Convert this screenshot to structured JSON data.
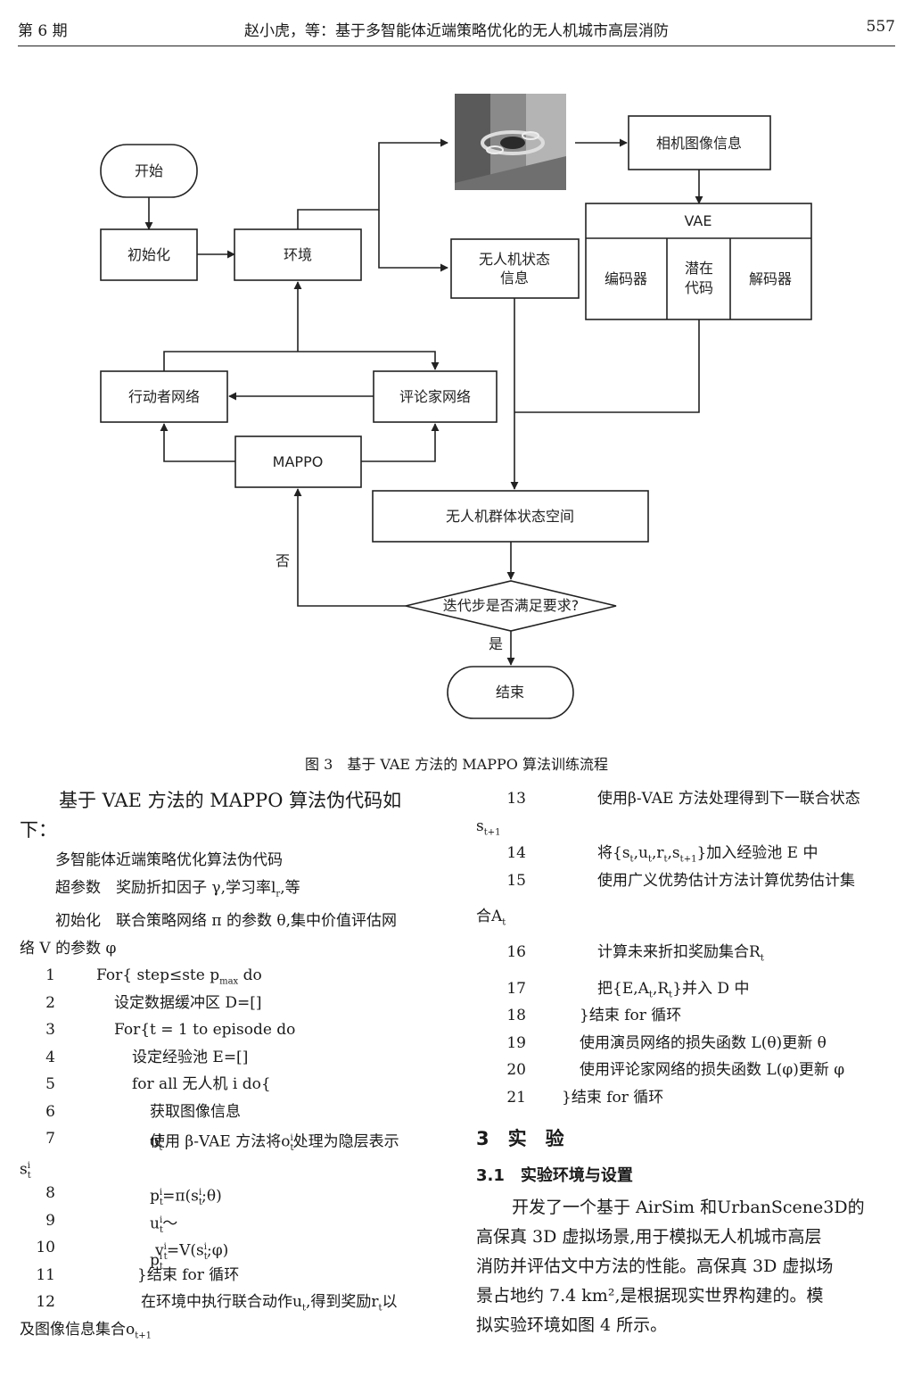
{
  "header": {
    "issue": "第 6 期",
    "title": "赵小虎，等：基于多智能体近端策略优化的无人机城市高层消防",
    "page": "557"
  },
  "figure": {
    "nodes": {
      "start": "开始",
      "init": "初始化",
      "env": "环境",
      "camera_info": "相机图像信息",
      "vae": "VAE",
      "encoder": "编码器",
      "latent_1": "潜在",
      "latent_2": "代码",
      "decoder": "解码器",
      "uav_state_1": "无人机状态",
      "uav_state_2": "信息",
      "actor": "行动者网络",
      "critic": "评论家网络",
      "mappo": "MAPPO",
      "swarm_state": "无人机群体状态空间",
      "condition": "迭代步是否满足要求?",
      "end": "结束",
      "no": "否",
      "yes": "是"
    },
    "caption": "图 3　基于 VAE 方法的 MAPPO 算法训练流程"
  },
  "left": {
    "intro_1": "基于 VAE 方法的 MAPPO 算法伪代码如",
    "intro_2": "下：",
    "algo_title": "多智能体近端策略优化算法伪代码",
    "hyper": "超参数　奖励折扣因子 γ,学习率l",
    "hyper_sub": "r",
    "hyper_end": ",等",
    "init_1": "初始化　联合策略网络 π 的参数 θ,集中价值评估网",
    "init_2": "络 V 的参数 φ",
    "lines": [
      {
        "n": "1",
        "t": "For{ step≤ste p"
      },
      {
        "n": "2",
        "t": "设定数据缓冲区 D=[]"
      },
      {
        "n": "3",
        "t": "For{t = 1 to episode do"
      },
      {
        "n": "4",
        "t": "设定经验池 E=[]"
      },
      {
        "n": "5",
        "t": "for all 无人机 i do{"
      },
      {
        "n": "6",
        "t": "获取图像信息o"
      },
      {
        "n": "7",
        "t": "使用 β-VAE 方法将o"
      },
      {
        "n": "8",
        "t": "p"
      },
      {
        "n": "9",
        "t": "u"
      },
      {
        "n": "10",
        "t": "v"
      },
      {
        "n": "11",
        "t": "}结束 for 循环"
      },
      {
        "n": "12",
        "t": "在环境中执行联合动作u"
      }
    ],
    "l1_sub": "max",
    "l1_end": " do",
    "l7_mid": "处理为隐层表示",
    "l7_cont": "s",
    "l8_rest": "=π(s",
    "l8_end": ";θ)",
    "l9_rest": "～p",
    "l10_rest": "=V(s",
    "l10_end": ";φ)",
    "l12_mid": ",得到奖励r",
    "l12_end": "以",
    "l12_cont": "及图像信息集合o",
    "l12_cont_sub": "t+1"
  },
  "right": {
    "lines": [
      {
        "n": "13",
        "t": "使用β-VAE 方法处理得到下一联合状态"
      },
      {
        "n": "14",
        "t": "将{s"
      },
      {
        "n": "15",
        "t": "使用广义优势估计方法计算优势估计集"
      },
      {
        "n": "16",
        "t": "计算未来折扣奖励集合R"
      },
      {
        "n": "17",
        "t": "把{E,A"
      },
      {
        "n": "18",
        "t": "}结束 for 循环"
      },
      {
        "n": "19",
        "t": "使用演员网络的损失函数 L(θ)更新 θ"
      },
      {
        "n": "20",
        "t": "使用评论家网络的损失函数 L(φ)更新 φ"
      },
      {
        "n": "21",
        "t": "}结束 for 循环"
      }
    ],
    "l13_cont": "s",
    "l13_cont_sub": "t+1",
    "l14_a": ",u",
    "l14_b": ",r",
    "l14_c": ",s",
    "l14_d": "}加入经验池 E 中",
    "l15_cont": "合A",
    "l17_b": ",R",
    "l17_c": "}并入 D 中",
    "section": "3　实　验",
    "subsection": "3.1　实验环境与设置",
    "para": [
      "开发了一个基于 AirSim 和UrbanScene3D的",
      "高保真 3D 虚拟场景,用于模拟无人机城市高层",
      "消防并评估文中方法的性能。高保真 3D 虚拟场",
      "景占地约 7.4 km²,是根据现实世界构建的。模",
      "拟实验环境如图 4 所示。"
    ]
  }
}
